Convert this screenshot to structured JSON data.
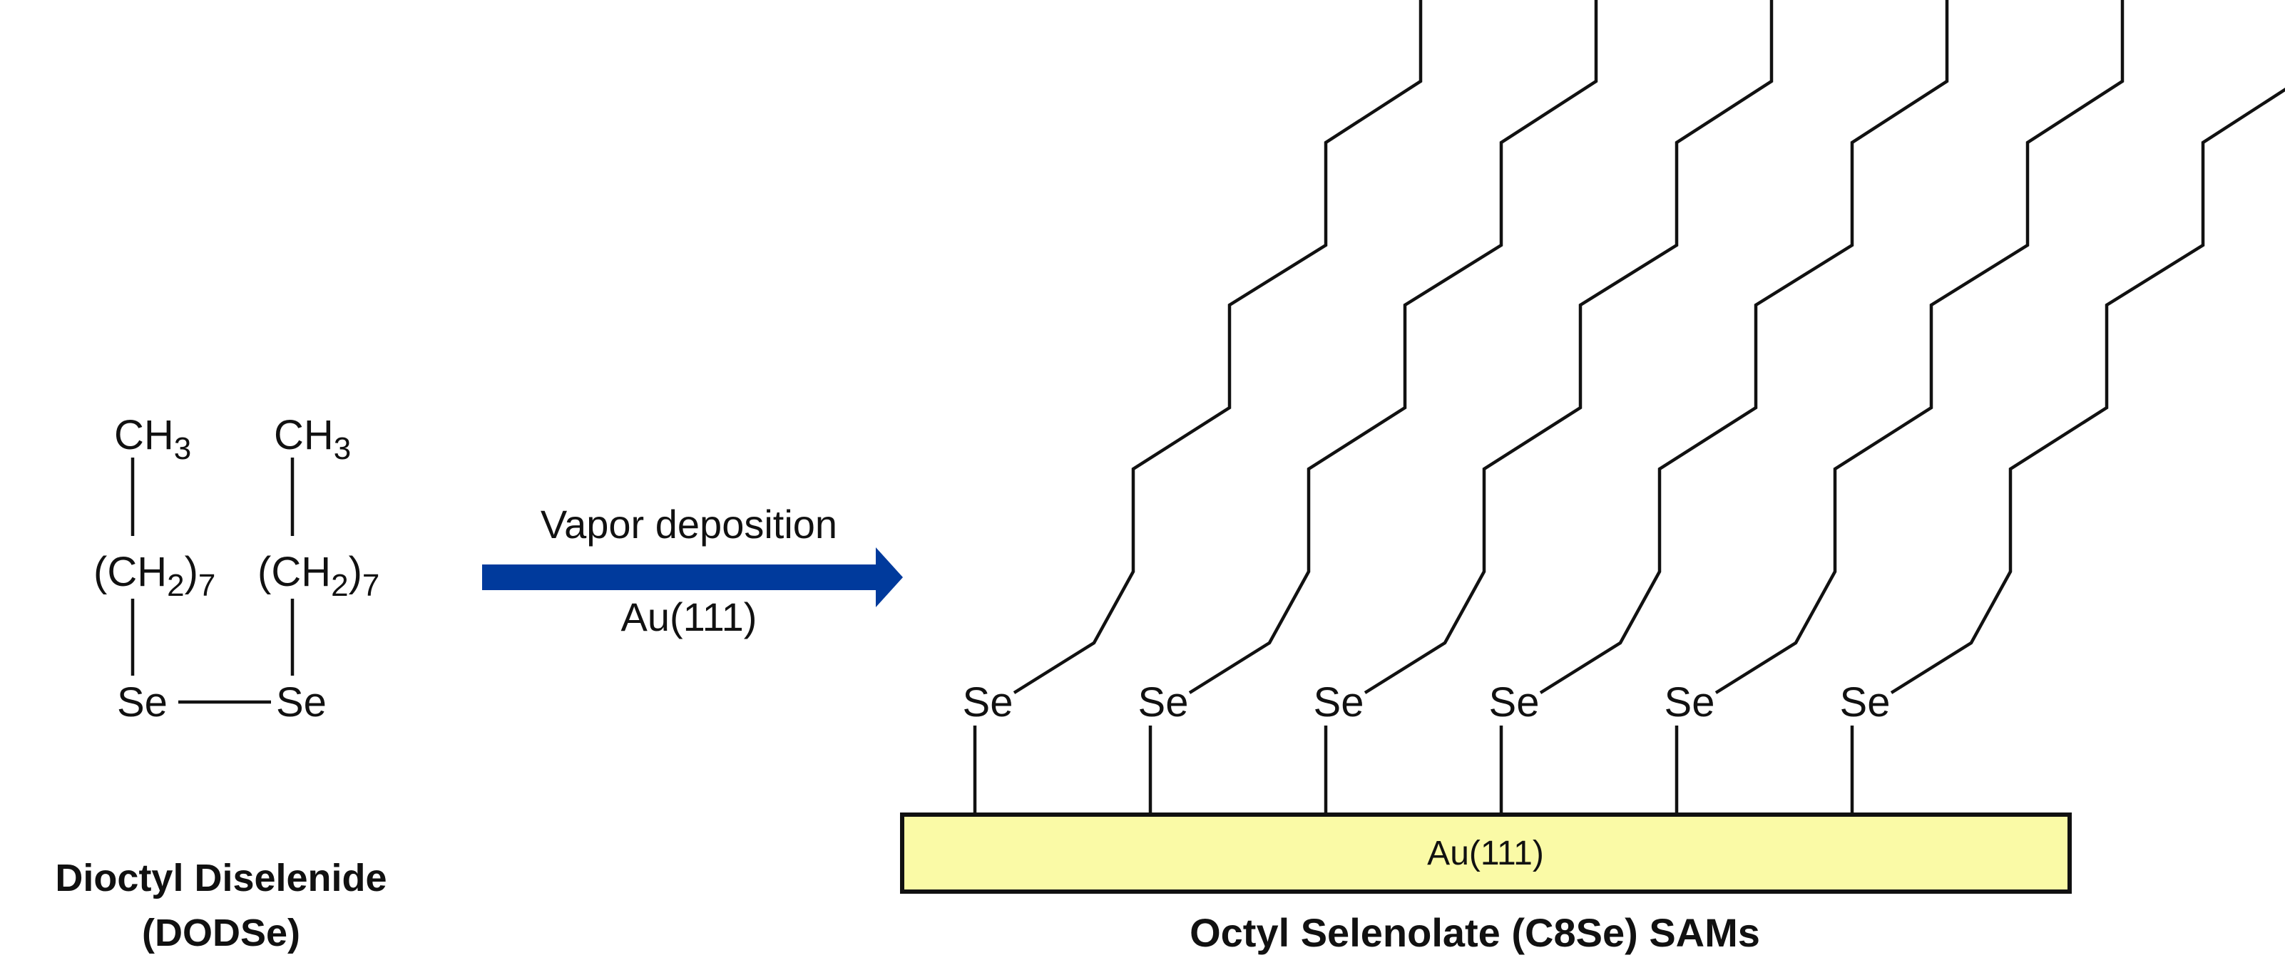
{
  "precursor": {
    "ch3": "CH",
    "ch3_sub": "3",
    "chain_open": "(CH",
    "chain_sub2": "2",
    "chain_close": ")",
    "chain_sub7": "7",
    "se": "Se",
    "name": "Dioctyl Diselenide",
    "abbrev": "(DODSe)"
  },
  "reaction": {
    "above": "Vapor deposition",
    "below": "Au(111)",
    "arrow_color": "#003a9c"
  },
  "sam": {
    "se_label": "Se",
    "substrate_label": "Au(111)",
    "substrate_color": "#fafaa6",
    "molecule_count": 6,
    "caption": "Octyl Selenolate (C8Se) SAMs"
  }
}
